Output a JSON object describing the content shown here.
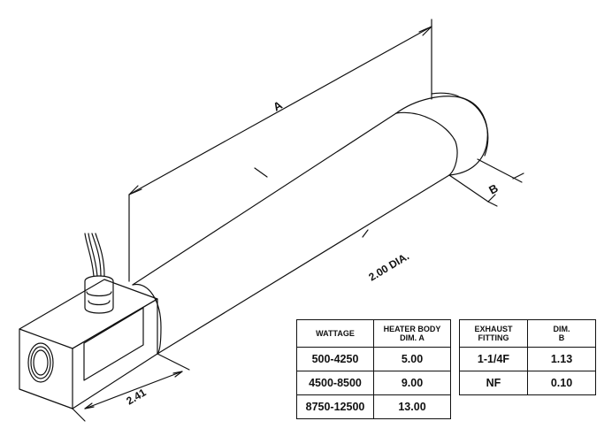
{
  "drawing": {
    "dim_a_label": "A",
    "dim_b_label": "B",
    "diameter_label": "2.00 DIA.",
    "length_label": "2.41"
  },
  "table_heater": {
    "headers": [
      "WATTAGE",
      "HEATER BODY\nDIM. A"
    ],
    "rows": [
      [
        "500-4250",
        "5.00"
      ],
      [
        "4500-8500",
        "9.00"
      ],
      [
        "8750-12500",
        "13.00"
      ]
    ]
  },
  "table_fitting": {
    "headers": [
      "EXHAUST\nFITTING",
      "DIM.\nB"
    ],
    "rows": [
      [
        "1-1/4F",
        "1.13"
      ],
      [
        "NF",
        "0.10"
      ]
    ]
  }
}
